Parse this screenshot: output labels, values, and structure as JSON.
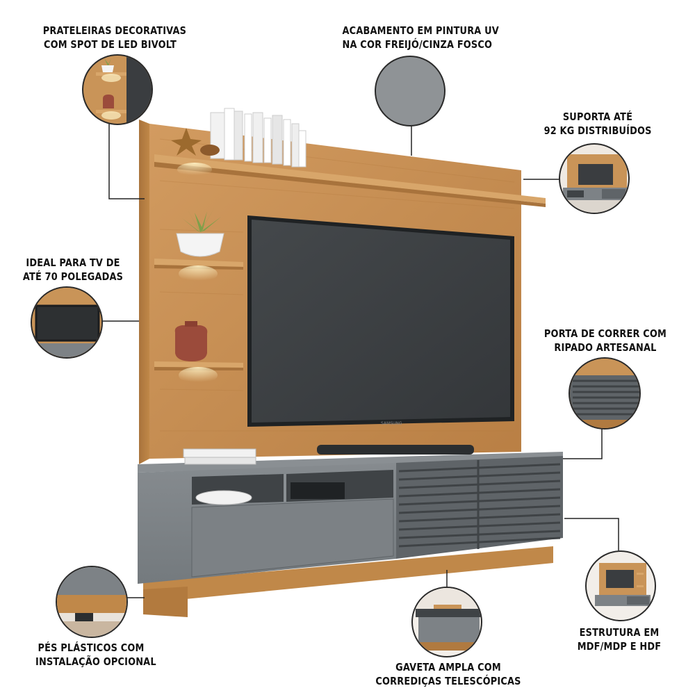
{
  "callouts": {
    "shelves": [
      "PRATELEIRAS DECORATIVAS",
      "COM SPOT DE LED BIVOLT"
    ],
    "finish": [
      "ACABAMENTO EM PINTURA UV",
      "NA COR FREIJÓ/CINZA FOSCO"
    ],
    "support": [
      "SUPORTA ATÉ",
      "92 KG DISTRIBUÍDOS"
    ],
    "tv": [
      "IDEAL PARA TV DE",
      "ATÉ 70 POLEGADAS"
    ],
    "door": [
      "PORTA DE CORRER COM",
      "RIPADO ARTESANAL"
    ],
    "structure": [
      "ESTRUTURA EM",
      "MDF/MDP E HDF"
    ],
    "drawer": [
      "GAVETA AMPLA COM",
      "CORREDIÇAS TELESCÓPICAS"
    ],
    "feet": [
      "PÉS PLÁSTICOS COM",
      "INSTALAÇÃO OPCIONAL"
    ]
  },
  "product_tags": {
    "tv_brand": "SAMSUNG"
  },
  "colors": {
    "freijo": "#c9955c",
    "freijo_dark": "#a8743f",
    "gray_matte": "#7d8286",
    "gray_dark": "#5e6367",
    "tv_screen": "#3a3d40",
    "finish_swatch": "#8f9396"
  }
}
